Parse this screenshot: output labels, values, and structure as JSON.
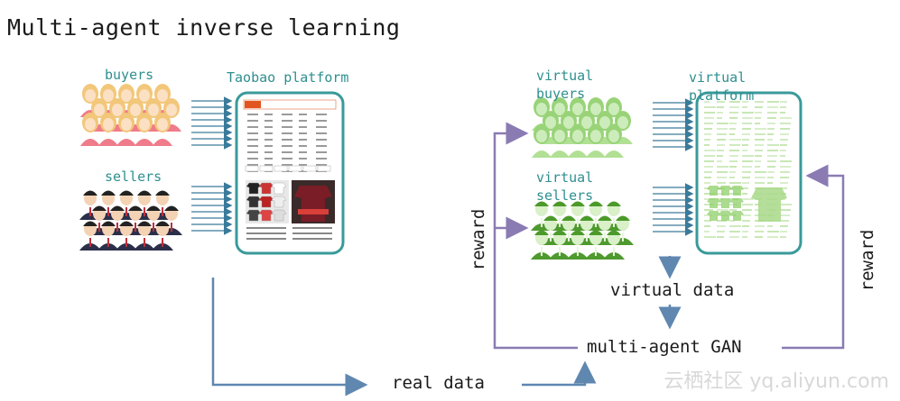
{
  "title": "Multi-agent inverse learning",
  "labels": {
    "buyers": "buyers",
    "sellers": "sellers",
    "platform": "Taobao platform",
    "virtual_buyers": [
      "virtual",
      "buyers"
    ],
    "virtual_sellers": [
      "virtual",
      "sellers"
    ],
    "virtual_platform": [
      "virtual",
      "platform"
    ],
    "virtual_data": "virtual data",
    "gan": "multi-agent GAN",
    "real_data": "real data",
    "reward_left": "reward",
    "reward_right": "reward"
  },
  "watermark": "云栖社区 yq.aliyun.com",
  "colors": {
    "teal": "#2f8f8f",
    "arrow_purple": "#8a7bb3",
    "arrow_blue": "#5f87b0",
    "frame": "#3a9a9a"
  }
}
